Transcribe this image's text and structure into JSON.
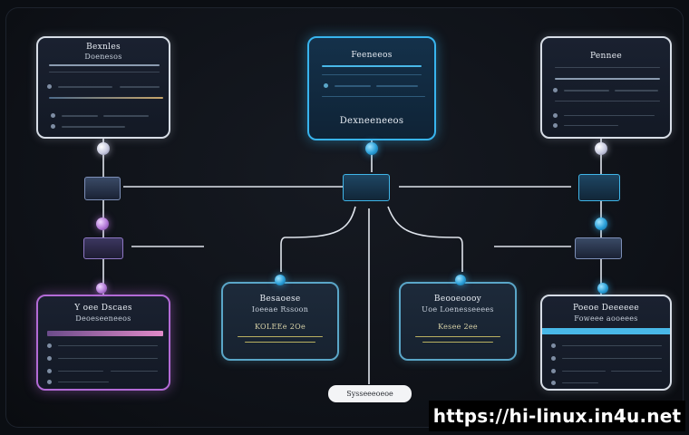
{
  "diagram": {
    "top_left": {
      "title_1": "Bexnles",
      "title_2": "Doenesos"
    },
    "top_center": {
      "title": "Feeneeos",
      "footer": "Dexneeneeos"
    },
    "top_right": {
      "title": "Pennee"
    },
    "bottom_left": {
      "title_1": "Y oee Dscaes",
      "title_2": "Deoeseeneeos"
    },
    "mid_left": {
      "title_1": "Besaoese",
      "title_2": "Ioeeae Rssoon",
      "code": "KOLEEe 2Oe"
    },
    "mid_right": {
      "title_1": "Beooeoooy",
      "title_2": "Uoe Loenesseeees",
      "code": "Kesee 2ee"
    },
    "bottom_right": {
      "title_1": "Poeoe Deeeeee",
      "title_2": "Foweee aooeees"
    },
    "bottom_pill": "Sysseeeoeoe"
  },
  "watermark": "https://hi-linux.in4u.net",
  "colors": {
    "accent_cyan": "#38b4ee",
    "accent_purple": "#b36bd6",
    "panel_border": "#d7dde6",
    "wire": "#dfe4ec"
  }
}
